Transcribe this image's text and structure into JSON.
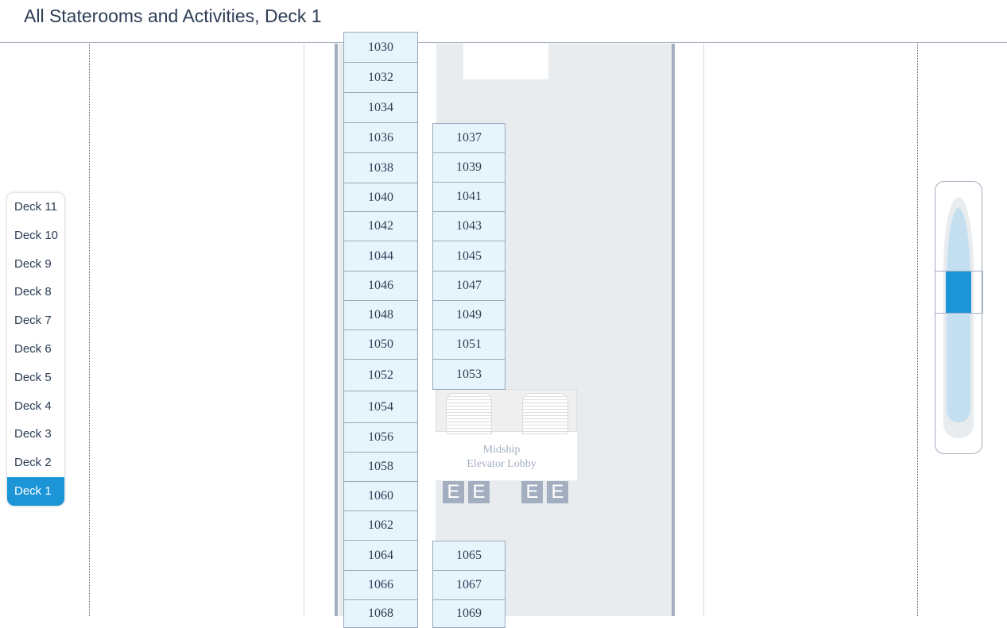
{
  "header": {
    "title": "All Staterooms and Activities, Deck 1"
  },
  "decks": [
    "Deck 11",
    "Deck 10",
    "Deck 9",
    "Deck 8",
    "Deck 7",
    "Deck 6",
    "Deck 5",
    "Deck 4",
    "Deck 3",
    "Deck 2",
    "Deck 1"
  ],
  "active_deck": "Deck 1",
  "cabins": {
    "left": [
      "1030",
      "1032",
      "1034",
      "1036",
      "1038",
      "1040",
      "1042",
      "1044",
      "1046",
      "1048",
      "1050",
      "1052",
      "1054",
      "1056",
      "1058",
      "1060",
      "1062",
      "1064",
      "1066",
      "1068"
    ],
    "right": [
      "1037",
      "1039",
      "1041",
      "1043",
      "1045",
      "1047",
      "1049",
      "1051",
      "1053",
      "1065",
      "1067",
      "1069"
    ]
  },
  "lobby": {
    "line1": "Midship",
    "line2": "Elevator Lobby"
  },
  "elevator_label": "E",
  "colors": {
    "accent": "#1b95d6",
    "cabin": "#e8f4fb",
    "wall": "#a3afc0"
  }
}
